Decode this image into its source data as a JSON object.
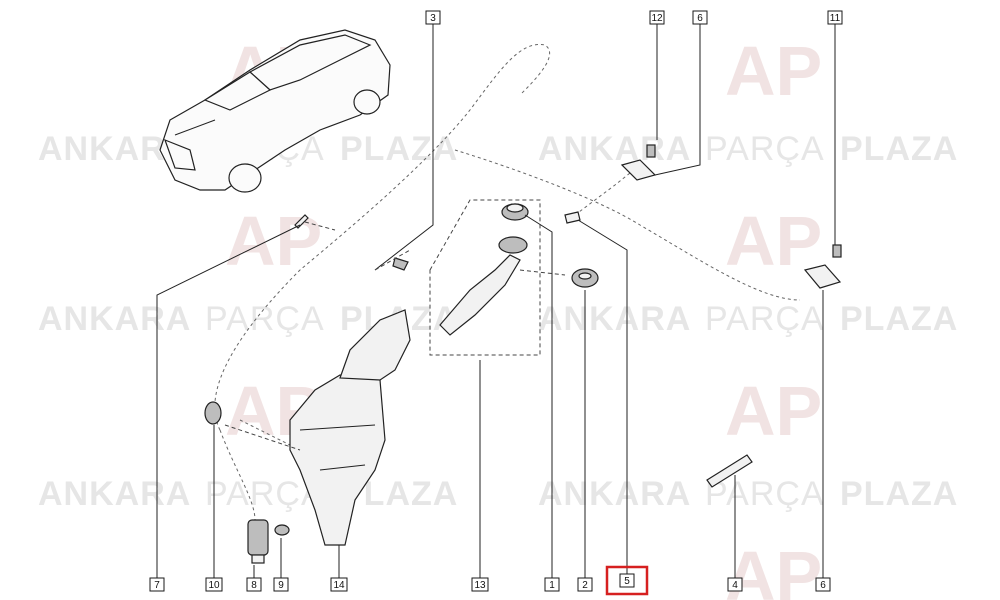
{
  "watermark": {
    "word1": "ANKARA",
    "word2": "PARÇA",
    "word3": "PLAZA",
    "logo": "AP"
  },
  "callouts": {
    "c3": "3",
    "c12": "12",
    "c6_top": "6",
    "c11": "11",
    "c7": "7",
    "c10": "10",
    "c8": "8",
    "c9": "9",
    "c14": "14",
    "c13": "13",
    "c1": "1",
    "c2": "2",
    "c5": "5",
    "c4": "4",
    "c6_bottom": "6"
  },
  "highlight_color": "#d62020"
}
